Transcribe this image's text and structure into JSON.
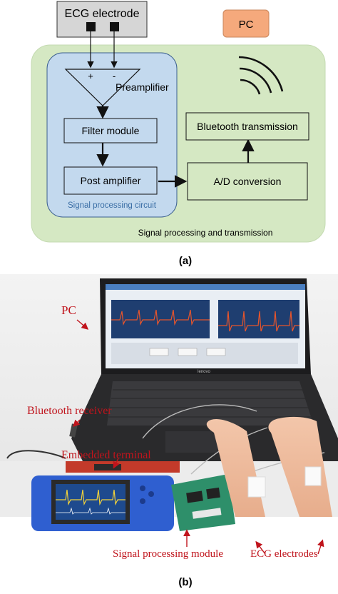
{
  "panel_a": {
    "ecg_electrode": "ECG electrode",
    "pc": "PC",
    "preamplifier": "Preamplifier",
    "plus": "+",
    "minus": "-",
    "filter_module": "Filter module",
    "post_amplifier": "Post amplifier",
    "ad_conversion": "A/D conversion",
    "bluetooth_transmission": "Bluetooth transmission",
    "signal_processing_circuit": "Signal processing circuit",
    "signal_processing_and_transmission": "Signal processing and transmission",
    "caption": "(a)"
  },
  "panel_b": {
    "pc": "PC",
    "bluetooth_receiver": "Bluetooth receiver",
    "embedded_terminal": "Embedded terminal",
    "signal_processing_module": "Signal processing module",
    "ecg_electrodes": "ECG electrodes",
    "laptop_brand": "lenovo",
    "caption": "(b)"
  },
  "colors": {
    "green_region": "#d5e8c3",
    "blue_region": "#c3d9ee",
    "pc_box": "#f5a97c",
    "electrode_box": "#d6d6d6",
    "label_red": "#c0141c",
    "blue_text": "#3a6ea5"
  }
}
